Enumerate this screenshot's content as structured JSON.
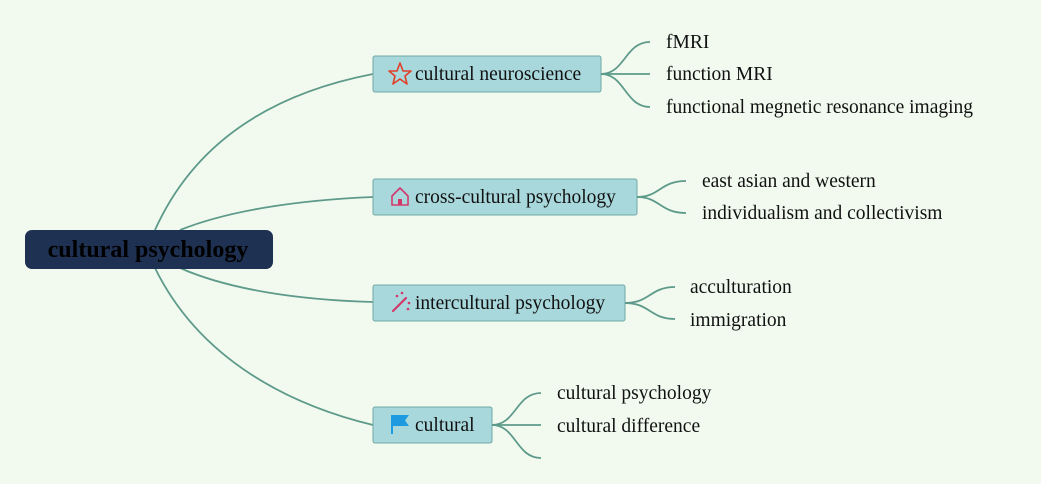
{
  "mindmap": {
    "root": {
      "label": "cultural psychology"
    },
    "branches": [
      {
        "label": "cultural neuroscience",
        "icon": "star-icon",
        "icon_color": "#e0402a",
        "children": [
          "fMRI",
          "function MRI",
          "functional megnetic resonance imaging"
        ]
      },
      {
        "label": "cross-cultural psychology",
        "icon": "home-icon",
        "icon_color": "#d2386b",
        "children": [
          "east asian and western",
          "individualism and collectivism"
        ]
      },
      {
        "label": "intercultural psychology",
        "icon": "magic-wand-icon",
        "icon_color": "#d2386b",
        "children": [
          "acculturation",
          "immigration"
        ]
      },
      {
        "label": "cultural",
        "icon": "flag-icon",
        "icon_color": "#1e9be0",
        "children": [
          "cultural psychology",
          "cultural difference",
          ""
        ]
      }
    ],
    "colors": {
      "background": "#f2faf0",
      "root_fill": "#1e3152",
      "branch_fill": "#a8d8dc",
      "branch_border": "#6fa9a4",
      "connector": "#5e9a8a"
    }
  }
}
